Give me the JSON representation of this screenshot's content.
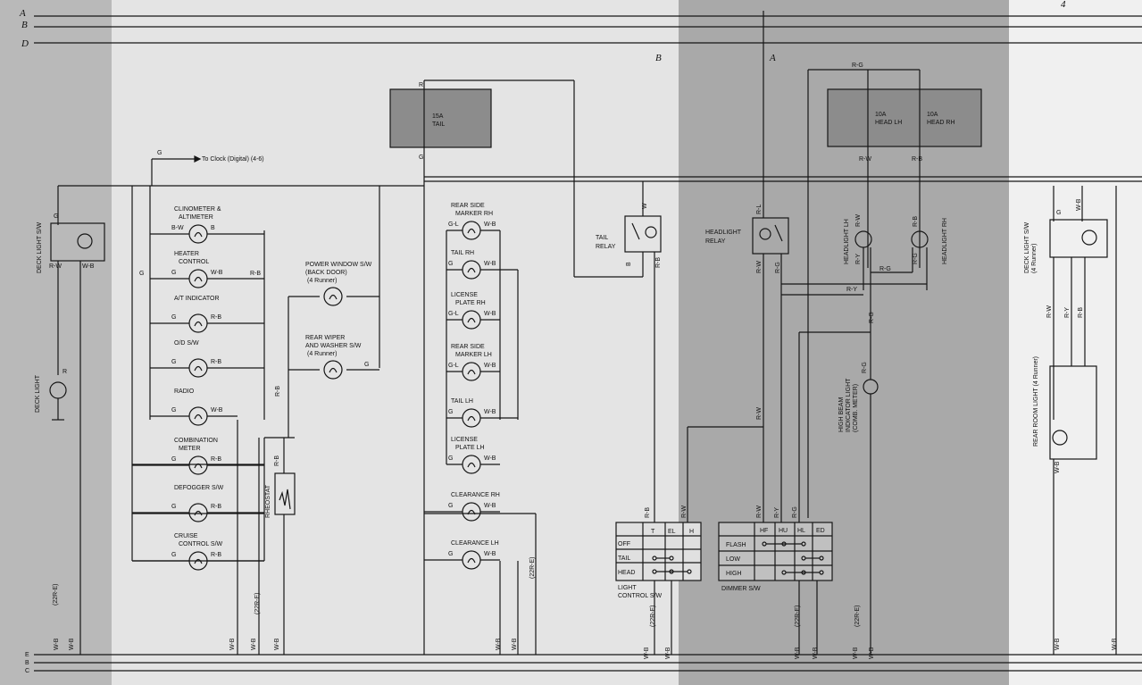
{
  "bus": {
    "top": [
      "A",
      "B",
      "D"
    ],
    "bottom": [
      "E",
      "B",
      "C"
    ],
    "section_letters": [
      "B",
      "A"
    ],
    "page_number": "4"
  },
  "fuses": {
    "tail": {
      "rating": "15A",
      "name": "TAIL",
      "in_wire": "R",
      "out_wire": "G"
    },
    "head_lh": {
      "rating": "10A",
      "name": "HEAD LH",
      "out_wire": "R-W"
    },
    "head_rh": {
      "rating": "10A",
      "name": "HEAD RH",
      "out_wire": "R-B"
    },
    "head_in_wire": "R-G"
  },
  "clock_lead": {
    "wire": "G",
    "text": "To Clock (Digital) (4-6)"
  },
  "left_lights": [
    {
      "label": "CLINOMETER &",
      "label2": "ALTIMETER",
      "l": "B-W",
      "r": "B"
    },
    {
      "label": "HEATER",
      "label2": "CONTROL",
      "l": "G",
      "r": "W-B"
    },
    {
      "label": "A/T INDICATOR",
      "label2": "",
      "l": "G",
      "r": "R-B"
    },
    {
      "label": "O/D  S/W",
      "label2": "",
      "l": "G",
      "r": "R-B"
    },
    {
      "label": "RADIO",
      "label2": "",
      "l": "G",
      "r": "W-B"
    },
    {
      "label": "COMBINATION",
      "label2": "METER",
      "l": "G",
      "r": "R-B"
    },
    {
      "label": "DEFOGGER S/W",
      "label2": "",
      "l": "G",
      "r": "R-B"
    },
    {
      "label": "CRUISE",
      "label2": "CONTROL  S/W",
      "l": "G",
      "r": "R-B"
    }
  ],
  "left_misc": {
    "g_tap": "G",
    "rb_tap": "R-B",
    "rheostat": "RHEOSTAT",
    "rheo_wire": "R-B",
    "rb_down": "R-B"
  },
  "mid_lights": [
    {
      "label": "POWER WINDOW S/W",
      "label2": "(BACK DOOR)",
      "label3": "(4 Runner)"
    },
    {
      "label": "REAR WIPER",
      "label2": "AND WASHER S/W",
      "label3": "(4 Runner)",
      "r": "G"
    }
  ],
  "center_lights": [
    {
      "label": "REAR SIDE",
      "label2": "MARKER RH",
      "l": "G-L",
      "r": "W-B"
    },
    {
      "label": "TAIL RH",
      "label2": "",
      "l": "G",
      "r": "W-B"
    },
    {
      "label": "LICENSE",
      "label2": "PLATE RH",
      "l": "G-L",
      "r": "W-B"
    },
    {
      "label": "REAR SIDE",
      "label2": "MARKER LH",
      "l": "G-L",
      "r": "W-B"
    },
    {
      "label": "TAIL LH",
      "label2": "",
      "l": "G",
      "r": "W-B"
    },
    {
      "label": "LICENSE",
      "label2": "PLATE LH",
      "l": "G",
      "r": "W-B"
    },
    {
      "label": "CLEARANCE RH",
      "label2": "",
      "l": "G",
      "r": "W-B"
    },
    {
      "label": "CLEARANCE LH",
      "label2": "",
      "l": "G",
      "r": "W-B"
    }
  ],
  "deck_light_sw": {
    "label": "DECK LIGHT S/W",
    "l": "R-W",
    "r": "W-B",
    "top": "G"
  },
  "deck_light": {
    "label": "DECK LIGHT",
    "wire": "R"
  },
  "tail_relay": {
    "label": "TAIL",
    "label2": "RELAY",
    "top": "W",
    "bottom": "R-B",
    "left": "B"
  },
  "headlight_relay": {
    "label": "HEADLIGHT",
    "label2": "RELAY",
    "top": "R-L",
    "bl": "R-W",
    "br": "R-G"
  },
  "headlights": {
    "lh": "HEADLIGHT  LH",
    "rh": "HEADLIGHT  RH",
    "w1": "R-W",
    "w2": "R-Y",
    "w3": "R-G",
    "w4": "R-B",
    "w5": "R-G",
    "w6": "R-Y",
    "rg_mid": "R-G",
    "ry_mid": "R-Y"
  },
  "high_beam": {
    "label": "HIGH BEAM",
    "label2": "INDICATOR LIGHT",
    "label3": "(COMB. METER)",
    "wire": "R-G",
    "wire2": "R-G"
  },
  "light_control_sw": {
    "label": "LIGHT",
    "label2": "CONTROL S/W",
    "cols": [
      "T",
      "EL",
      "H"
    ],
    "rows": [
      "OFF",
      "TAIL",
      "HEAD"
    ],
    "w1": "R-B",
    "w2": "R-W"
  },
  "dimmer_sw": {
    "label": "DIMMER S/W",
    "cols": [
      "HF",
      "HU",
      "HL",
      "ED"
    ],
    "rows": [
      "FLASH",
      "LOW",
      "HIGH"
    ],
    "w1": "R-W",
    "w2": "R-Y",
    "w3": "R-G",
    "rw": "R-W"
  },
  "right_deck_sw": {
    "label": "DECK LIGHT S/W",
    "label2": "(4 Runner)",
    "top": "G",
    "r": "W-B",
    "w1": "R-W",
    "w2": "R-Y",
    "w3": "R-B"
  },
  "rear_room_light": {
    "label": "REAR ROOM LIGHT (4 Runner)",
    "wire": "W-B"
  },
  "ground_labels": [
    "W-B",
    "W-B",
    "(22R-E)",
    "W-B",
    "W-B",
    "(22R-E)",
    "W-B",
    "W-B",
    "W-B",
    "(22R-E)",
    "W-B",
    "W-B",
    "(22R-E)",
    "W-B",
    "W-B",
    "(22R-E)",
    "W-B",
    "W-B",
    "(22R-E)",
    "W-B",
    "W-B"
  ],
  "colors": {
    "paper": "#e4e4e4",
    "ink": "#161616",
    "fuse_box": "#8c8c8c",
    "shade_dark": "#a9a9a9"
  }
}
